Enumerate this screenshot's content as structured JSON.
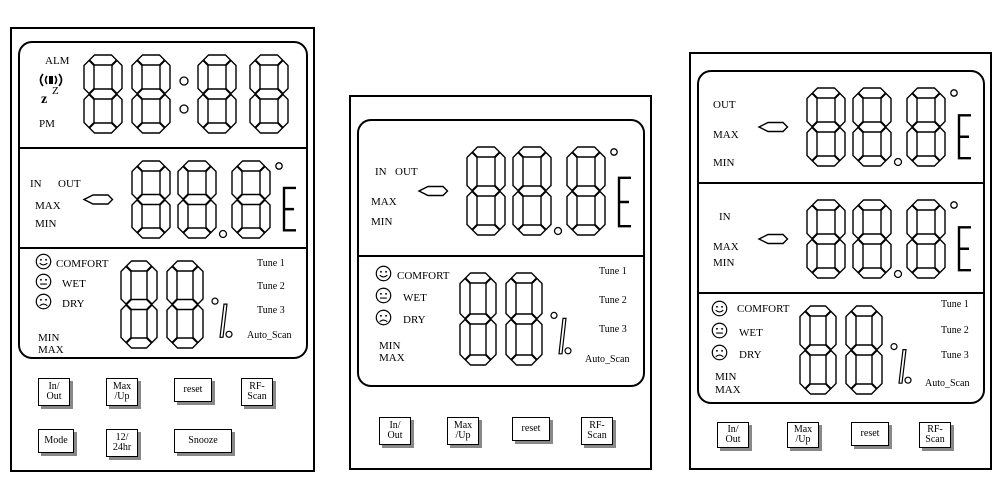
{
  "device1": {
    "time": {
      "alm": "ALM",
      "snooze_z": "z",
      "snooze_sup": "Z",
      "pm": "PM"
    },
    "temp": {
      "in": "IN",
      "out": "OUT",
      "max": "MAX",
      "min": "MIN",
      "unit": "E"
    },
    "humidity": {
      "comfort": "COMFORT",
      "wet": "WET",
      "dry": "DRY",
      "min": "MIN",
      "max": "MAX",
      "tunes": [
        "Tune 1",
        "Tune 2",
        "Tune 3",
        "Auto_Scan"
      ]
    },
    "buttons": [
      "In/\nOut",
      "Max\n/Up",
      "reset",
      "RF-\nScan",
      "Mode",
      "12/\n24hr",
      "Snooze"
    ]
  },
  "device2": {
    "temp": {
      "in": "IN",
      "out": "OUT",
      "max": "MAX",
      "min": "MIN",
      "unit": "E"
    },
    "humidity": {
      "comfort": "COMFORT",
      "wet": "WET",
      "dry": "DRY",
      "min": "MIN",
      "max": "MAX",
      "tunes": [
        "Tune 1",
        "Tune 2",
        "Tune 3",
        "Auto_Scan"
      ]
    },
    "buttons": [
      "In/\nOut",
      "Max\n/Up",
      "reset",
      "RF-\nScan"
    ]
  },
  "device3": {
    "out_temp": {
      "out": "OUT",
      "max": "MAX",
      "min": "MIN",
      "unit": "E"
    },
    "in_temp": {
      "in": "IN",
      "max": "MAX",
      "min": "MIN",
      "unit": "E"
    },
    "humidity": {
      "comfort": "COMFORT",
      "wet": "WET",
      "dry": "DRY",
      "min": "MIN",
      "max": "MAX",
      "tunes": [
        "Tune 1",
        "Tune 2",
        "Tune 3",
        "Auto_Scan"
      ]
    },
    "buttons": [
      "In/\nOut",
      "Max\n/Up",
      "reset",
      "RF-\nScan"
    ]
  },
  "icons": {
    "alarm": "alarm-bell-icon",
    "comfort": "smiley-face-icon",
    "wet": "neutral-face-icon",
    "dry": "sad-face-icon",
    "degree": "degree-icon",
    "percent": "percent-icon"
  }
}
